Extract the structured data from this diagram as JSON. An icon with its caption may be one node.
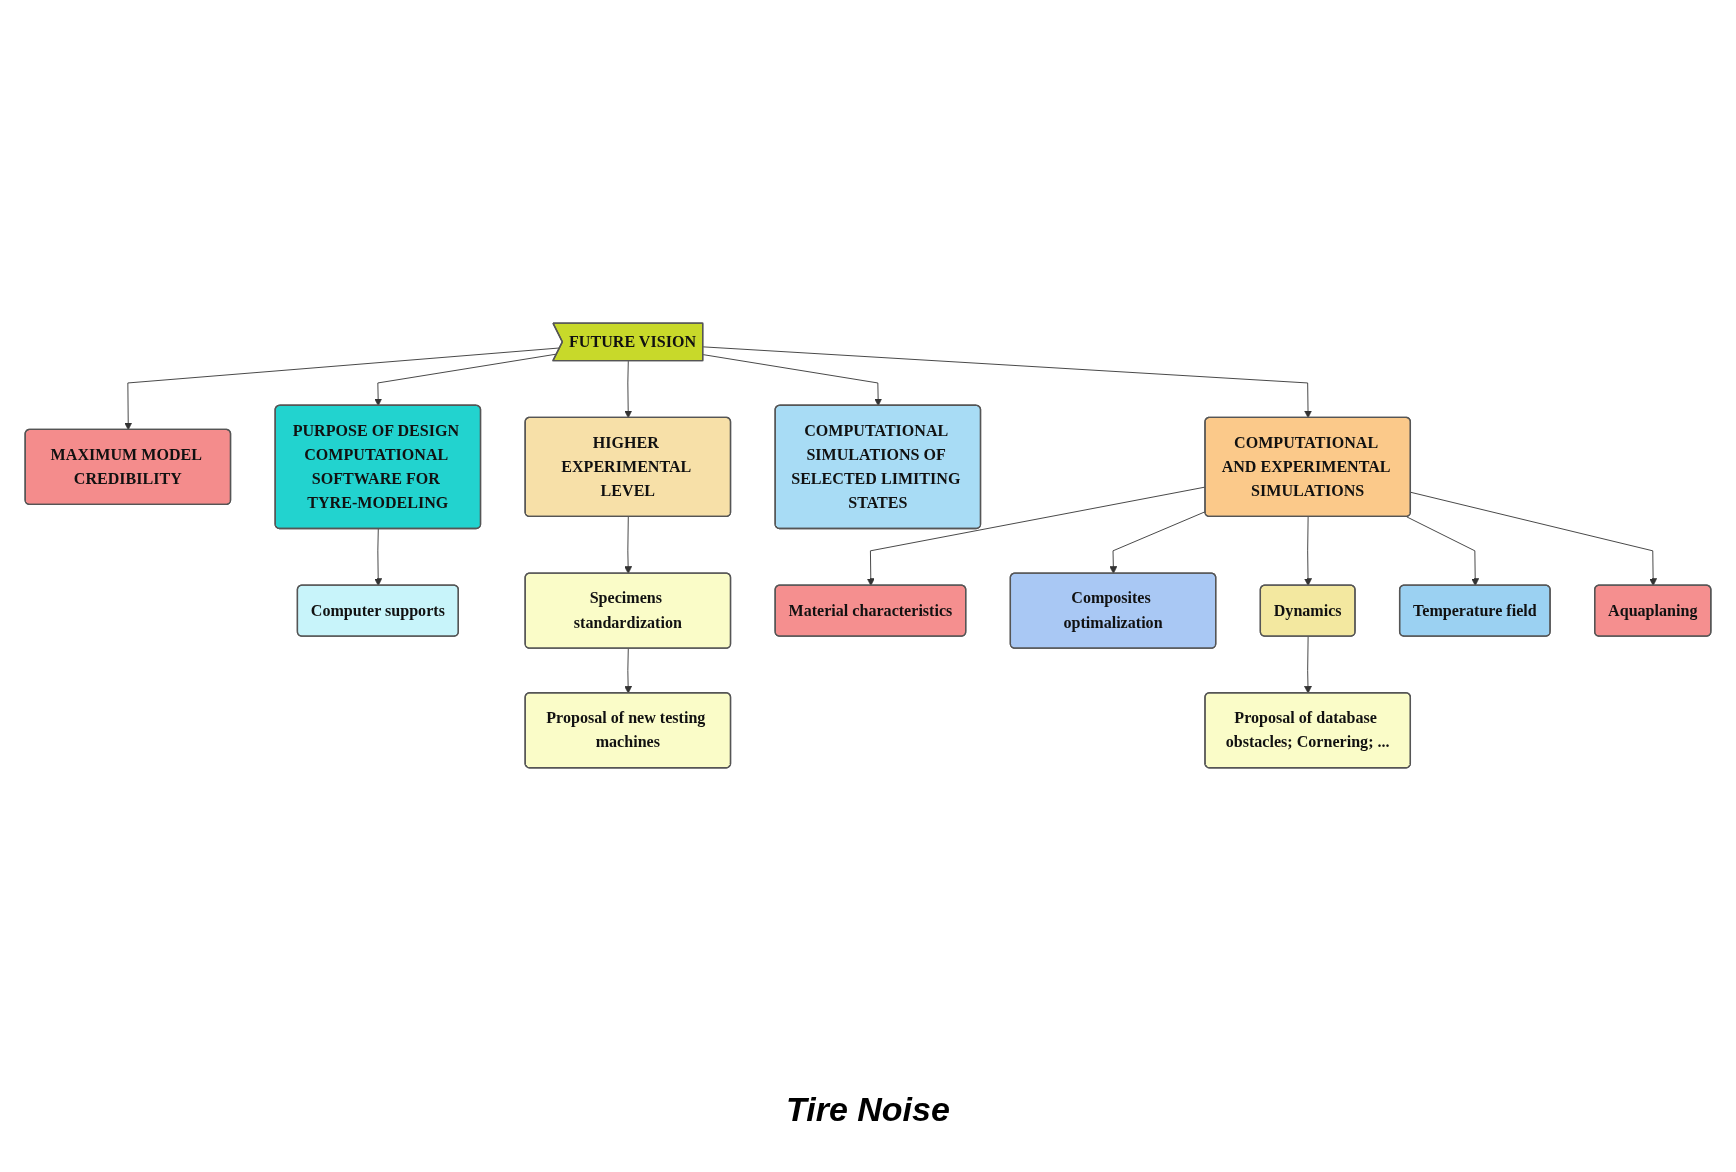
{
  "diagram": {
    "nodes": [
      {
        "text": [
          "FUTURE VISION"
        ]
      },
      {
        "text": [
          "MAXIMUM MODEL CREDIBILITY"
        ]
      },
      {
        "text": [
          "PURPOSE OF DESIGN COMPUTATIONAL SOFTWARE FOR TYRE-MODELING"
        ]
      },
      {
        "text": [
          "HIGHER EXPERIMENTAL LEVEL"
        ]
      },
      {
        "text": [
          "COMPUTATIONAL SIMULATIONS OF SELECTED LIMITING STATES"
        ]
      },
      {
        "text": [
          "Computer supports"
        ]
      },
      {
        "text": [
          "Specimens standardization"
        ]
      },
      {
        "text": [
          "Proposal of new testing machines"
        ]
      },
      {
        "text": [
          "COMPUTATIONAL AND EXPERIMENTAL SIMULATIONS"
        ]
      },
      {
        "text": [
          "Material characteristics"
        ]
      },
      {
        "text": [
          "Composites optimalization"
        ]
      },
      {
        "text": [
          "Dynamics"
        ]
      },
      {
        "text": [
          "Temperature field"
        ]
      },
      {
        "text": [
          "Aquaplaning"
        ]
      },
      {
        "text": [
          "Proposal of database obstacles; Cornering; ..."
        ]
      }
    ],
    "edges": [
      {
        "from": 0,
        "to": 1,
        "arrow": "to"
      },
      {
        "from": 0,
        "to": 2,
        "arrow": "to"
      },
      {
        "from": 0,
        "to": 3,
        "arrow": "to"
      },
      {
        "from": 0,
        "to": 8,
        "arrow": "to"
      },
      {
        "from": 0,
        "to": 4,
        "arrow": "to"
      },
      {
        "from": 2,
        "to": 5,
        "arrow": "to"
      },
      {
        "from": 3,
        "to": 6,
        "arrow": "to"
      },
      {
        "from": 6,
        "to": 7,
        "arrow": "to"
      },
      {
        "from": 8,
        "to": 9,
        "arrow": "to"
      },
      {
        "from": 8,
        "to": 10,
        "arrow": "to"
      },
      {
        "from": 8,
        "to": 11,
        "arrow": "to"
      },
      {
        "from": 8,
        "to": 12,
        "arrow": "to"
      },
      {
        "from": 8,
        "to": 13,
        "arrow": "to"
      },
      {
        "from": 11,
        "to": 14,
        "arrow": "to"
      }
    ],
    "labels": [
      "Tire Noise"
    ]
  }
}
